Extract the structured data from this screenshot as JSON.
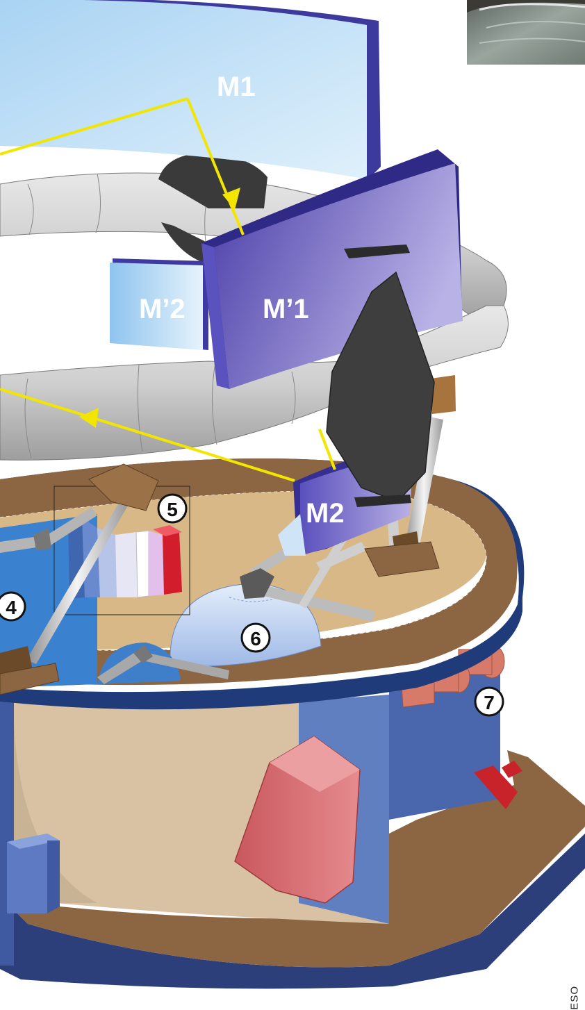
{
  "labels": {
    "m1": "M1",
    "m1_prime": "M’1",
    "m2_prime": "M’2",
    "m2": "M2",
    "n4": "4",
    "n5": "5",
    "n6": "6",
    "n7": "7"
  },
  "credit": "ESO",
  "colors": {
    "mirror_light": "#bfe0f5",
    "mirror_purple": "#5b4fb0",
    "mirror_edge": "#3a3290",
    "beam": "#f2e600",
    "tube": "#d2d2d2",
    "deck": "#8c6643",
    "floor_inner": "#d9b888",
    "wall_blue": "#4f6fb5",
    "red": "#d0323a",
    "salmon": "#d77a6a",
    "hexagon": "#3e3e3e"
  }
}
